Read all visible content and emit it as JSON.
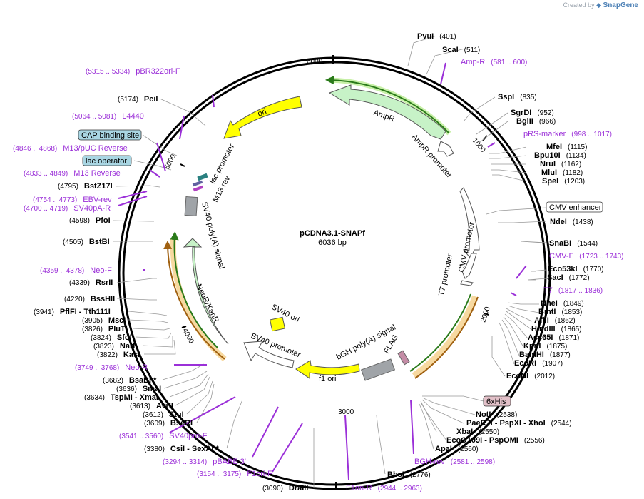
{
  "header": {
    "credit_prefix": "Created by",
    "credit_brand": "SnapGene"
  },
  "plasmid": {
    "name": "pCDNA3.1-SNAPf",
    "size_label": "6036 bp",
    "size": 6036
  },
  "ticks": [
    "1000",
    "2000",
    "3000",
    "4000",
    "5000",
    "6000"
  ],
  "features": [
    {
      "name": "AmpR",
      "color": "#c7f2c7"
    },
    {
      "name": "AmpR promoter",
      "color": "#ffffff"
    },
    {
      "name": "ori",
      "color": "#ffff00"
    },
    {
      "name": "lac promoter",
      "color": "#ffffff"
    },
    {
      "name": "M13 rev",
      "color": "#ffffff"
    },
    {
      "name": "SV40 poly(A) signal",
      "color": "#a0a4a8"
    },
    {
      "name": "NeoR/KanR",
      "color": "#c7f2c7"
    },
    {
      "name": "SV40 ori",
      "color": "#ffff00"
    },
    {
      "name": "SV40 promoter",
      "color": "#ffffff"
    },
    {
      "name": "f1 ori",
      "color": "#ffff00"
    },
    {
      "name": "bGH poly(A) signal",
      "color": "#a0a4a8"
    },
    {
      "name": "FLAG",
      "color": "#c48ca6"
    },
    {
      "name": "CMV enhancer",
      "color": "#ffffff"
    },
    {
      "name": "CMV promoter",
      "color": "#ffffff"
    },
    {
      "name": "T7 promoter",
      "color": "#ffffff"
    }
  ],
  "boxed_labels": {
    "cap": "CAP binding site",
    "lacop": "lac operator",
    "cmvenh": "CMV enhancer",
    "sixhis": "6xHis"
  },
  "right_sites": [
    {
      "name": "PvuI",
      "pos": "(401)"
    },
    {
      "name": "ScaI",
      "pos": "(511)"
    },
    {
      "name": "SspI",
      "pos": "(835)"
    },
    {
      "name": "SgrDI",
      "pos": "(952)"
    },
    {
      "name": "BglII",
      "pos": "(966)"
    },
    {
      "name": "MfeI",
      "pos": "(1115)"
    },
    {
      "name": "Bpu10I",
      "pos": "(1134)"
    },
    {
      "name": "NruI",
      "pos": "(1162)"
    },
    {
      "name": "MluI",
      "pos": "(1182)"
    },
    {
      "name": "SpeI",
      "pos": "(1203)"
    },
    {
      "name": "NdeI",
      "pos": "(1438)"
    },
    {
      "name": "SnaBI",
      "pos": "(1544)"
    },
    {
      "name": "Eco53kI",
      "pos": "(1770)"
    },
    {
      "name": "SacI",
      "pos": "(1772)"
    },
    {
      "name": "NheI",
      "pos": "(1849)"
    },
    {
      "name": "BmtI",
      "pos": "(1853)"
    },
    {
      "name": "AflII",
      "pos": "(1862)"
    },
    {
      "name": "HindIII",
      "pos": "(1865)"
    },
    {
      "name": "Acc65I",
      "pos": "(1871)"
    },
    {
      "name": "KpnI",
      "pos": "(1875)"
    },
    {
      "name": "BamHI",
      "pos": "(1877)"
    },
    {
      "name": "EcoRI",
      "pos": "(1907)"
    },
    {
      "name": "EcoNI",
      "pos": "(2012)"
    }
  ],
  "bottom_right_sites": [
    {
      "name": "NotI",
      "pos": "(2538)"
    },
    {
      "name": "PaeR7I - PspXI - XhoI",
      "pos": "(2544)"
    },
    {
      "name": "XbaI",
      "pos": "(2550)"
    },
    {
      "name": "EcoO109I - PspOMI",
      "pos": "(2556)"
    },
    {
      "name": "ApaI",
      "pos": "(2560)"
    },
    {
      "name": "BbsI",
      "pos": "(2776)"
    },
    {
      "name": "DraIII",
      "pos": "(3090)"
    }
  ],
  "left_sites": [
    {
      "name": "PciI",
      "pos": "(5174)"
    },
    {
      "name": "BstZ17I",
      "pos": "(4795)"
    },
    {
      "name": "PfoI",
      "pos": "(4598)"
    },
    {
      "name": "BstBI",
      "pos": "(4505)"
    },
    {
      "name": "RsrII",
      "pos": "(4339)"
    },
    {
      "name": "BssHII",
      "pos": "(4220)"
    },
    {
      "name": "PflFI - Tth111I",
      "pos": "(3941)"
    },
    {
      "name": "MscI",
      "pos": "(3905)"
    },
    {
      "name": "PluTI",
      "pos": "(3826)"
    },
    {
      "name": "SfoI",
      "pos": "(3824)"
    },
    {
      "name": "NarI",
      "pos": "(3823)"
    },
    {
      "name": "KasI",
      "pos": "(3822)"
    },
    {
      "name": "BsaBI *",
      "pos": "(3682)"
    },
    {
      "name": "SmaI",
      "pos": "(3636)"
    },
    {
      "name": "TspMI - XmaI",
      "pos": "(3634)"
    },
    {
      "name": "AvrII",
      "pos": "(3613)"
    },
    {
      "name": "StuI",
      "pos": "(3612)"
    },
    {
      "name": "BseRI",
      "pos": "(3609)"
    },
    {
      "name": "CsiI - SexAI *",
      "pos": "(3380)"
    }
  ],
  "primers": [
    {
      "name": "pBR322ori-F",
      "range": "(5315 .. 5334)"
    },
    {
      "name": "L4440",
      "range": "(5064 .. 5081)"
    },
    {
      "name": "M13/pUC Reverse",
      "range": "(4846 .. 4868)"
    },
    {
      "name": "M13 Reverse",
      "range": "(4833 .. 4849)"
    },
    {
      "name": "EBV-rev",
      "range": "(4754 .. 4773)"
    },
    {
      "name": "SV40pA-R",
      "range": "(4700 .. 4719)"
    },
    {
      "name": "Neo-F",
      "range": "(4359 .. 4378)"
    },
    {
      "name": "Neo-R",
      "range": "(3749 .. 3768)"
    },
    {
      "name": "SV40pro-F",
      "range": "(3541 .. 3560)"
    },
    {
      "name": "pBABE 3'",
      "range": "(3294 .. 3314)"
    },
    {
      "name": "F1ori-F",
      "range": "(3154 .. 3175)"
    },
    {
      "name": "F1ori-R",
      "range": "(2944 .. 2963)"
    },
    {
      "name": "Amp-R",
      "range": "(581 .. 600)"
    },
    {
      "name": "pRS-marker",
      "range": "(998 .. 1017)"
    },
    {
      "name": "CMV-F",
      "range": "(1723 .. 1743)"
    },
    {
      "name": "T7",
      "range": "(1817 .. 1836)"
    },
    {
      "name": "BGH-rev",
      "range": "(2581 .. 2598)"
    }
  ]
}
